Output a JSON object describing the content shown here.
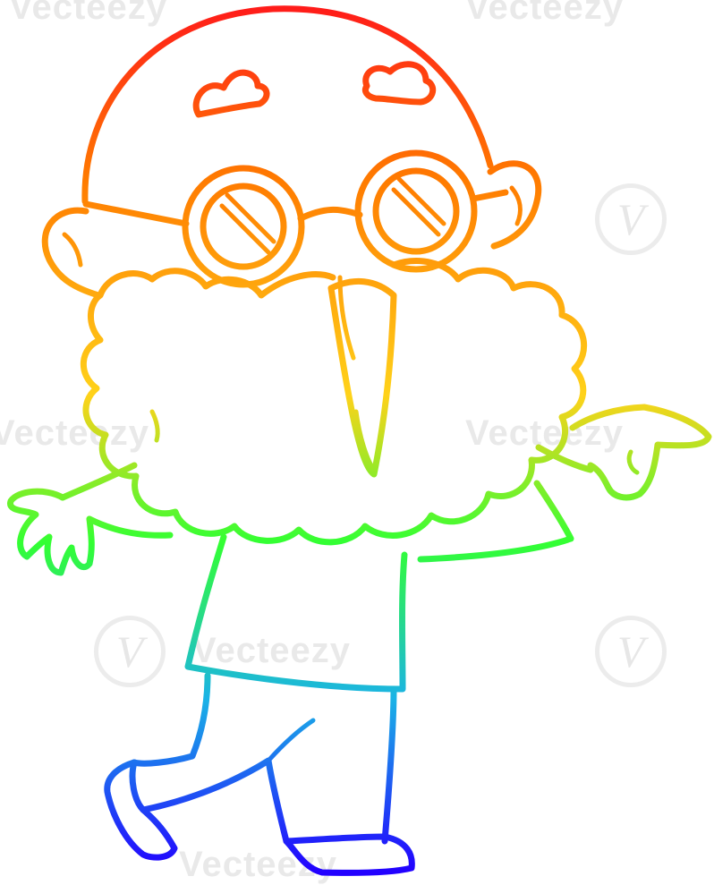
{
  "image": {
    "subject": "man",
    "style": "line-drawing",
    "stroke_gradient": {
      "top": "#ff1a1a",
      "upper": "#ff7a00",
      "middle": "#ffd21a",
      "lower": "#33ff33",
      "bottom_mid": "#1ab3e6",
      "bottom": "#2200ff"
    }
  },
  "watermark": {
    "text": "Vecteezy",
    "badge_glyph": "V",
    "color": "#e9e9e9"
  }
}
